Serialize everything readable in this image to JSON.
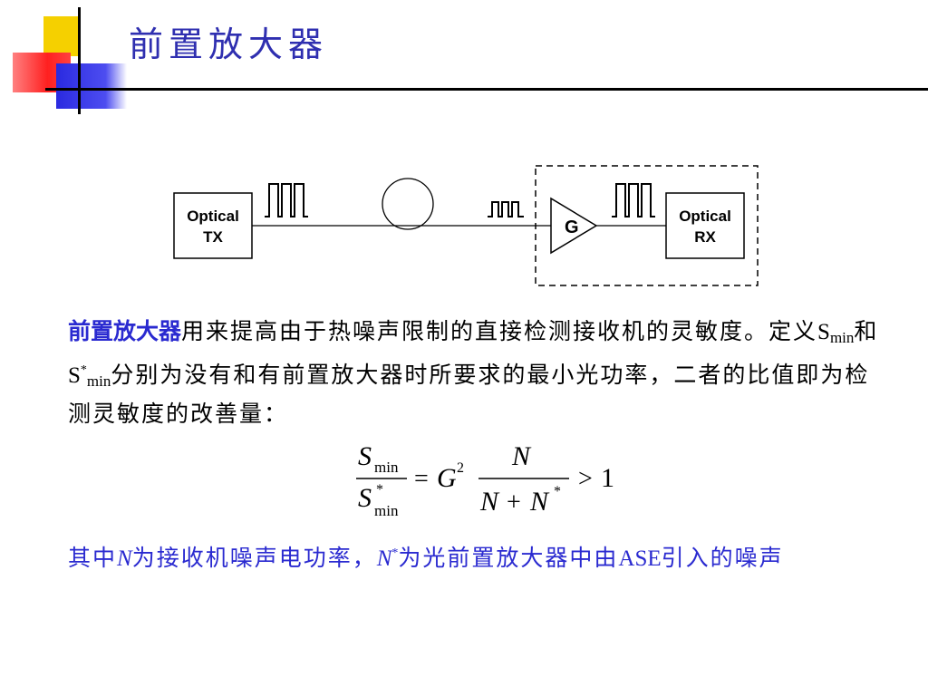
{
  "title": "前置放大器",
  "diagram": {
    "tx_line1": "Optical",
    "tx_line2": "TX",
    "amp_label": "G",
    "rx_line1": "Optical",
    "rx_line2": "RX"
  },
  "para1": {
    "keyword": "前置放大器",
    "text_a": "用来提高由于热噪声限制的直接检测接收机的灵敏度。定义",
    "s": "S",
    "min": "min",
    "he": "和",
    "s2": "S",
    "star": "*",
    "min2": "min",
    "text_b": "分别为没有和有前置放大器时所要求的最小光功率，二者的比值即为检测灵敏度的改善量："
  },
  "formula": {
    "num_S": "S",
    "num_sub": "min",
    "den_S": "S",
    "den_sup": "*",
    "den_sub": "min",
    "eq": "=",
    "G": "G",
    "G_sup": "2",
    "N_num": "N",
    "N_den_a": "N",
    "plus": "+",
    "N_den_b": "N",
    "N_den_sup": "*",
    "gt": ">",
    "one": "1"
  },
  "para2": {
    "text_a": "其中",
    "N": "N",
    "text_b": "为接收机噪声电功率，",
    "N2": "N",
    "star": "*",
    "text_c": "为光前置放大器中由",
    "ase": "ASE",
    "text_d": "引入的噪声"
  },
  "colors": {
    "title": "#2f2fb0",
    "keyword": "#2a2ad0",
    "deco_yellow": "#f5d000",
    "deco_red": "#ff3030",
    "deco_blue": "#3a3ae0"
  }
}
